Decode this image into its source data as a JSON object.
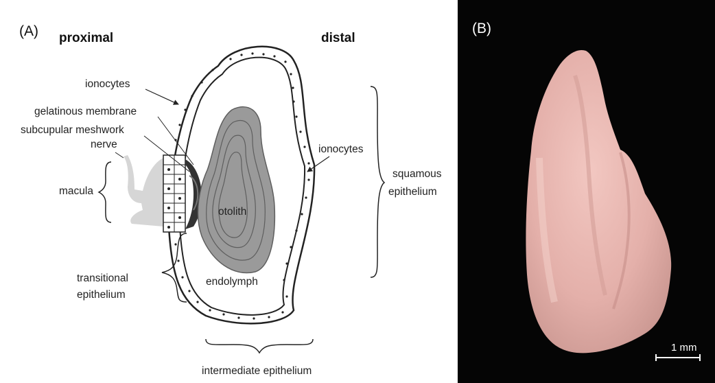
{
  "panel_a": {
    "letter": "(A)",
    "heading_left": "proximal",
    "heading_right": "distal",
    "labels": {
      "ionocytes_top": "ionocytes",
      "gelatinous_membrane": "gelatinous membrane",
      "subcupular_meshwork": "subcupular meshwork",
      "nerve": "nerve",
      "macula": "macula",
      "otolith": "otolith",
      "endolymph": "endolymph",
      "transitional_line1": "transitional",
      "transitional_line2": "epithelium",
      "ionocytes_right": "ionocytes",
      "squamous_line1": "squamous",
      "squamous_line2": "epithelium",
      "intermediate": "intermediate epithelium"
    },
    "colors": {
      "otolith_fill": "#9a9a9a",
      "macula_fill": "#d6d6d6",
      "line": "#222222"
    }
  },
  "panel_b": {
    "letter": "(B)",
    "scale_label": "1 mm",
    "colors": {
      "background": "#050505",
      "otolith_photo": "#e6b3ad"
    }
  }
}
